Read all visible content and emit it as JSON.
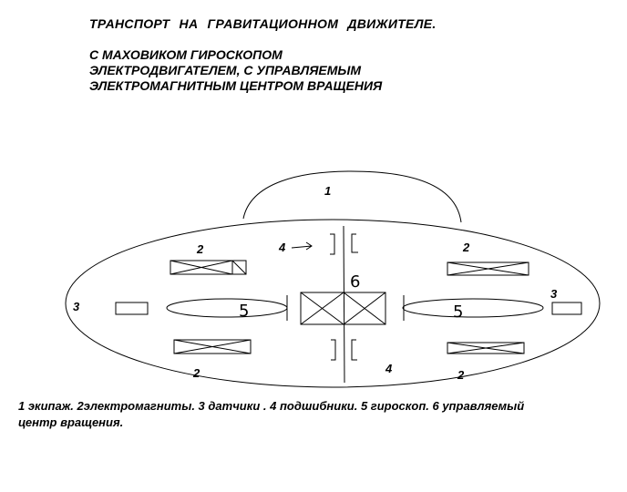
{
  "title": "ТРАНСПОРТ НА ГРАВИТАЦИОННОМ ДВИЖИТЕЛЕ.",
  "subtitle_lines": [
    "С МАХОВИКОМ ГИРОСКОПОМ",
    "ЭЛЕКТРОДВИГАТЕЛЕМ, С УПРАВЛЯЕМЫМ",
    "ЭЛЕКТРОМАГНИТНЫМ ЦЕНТРОМ ВРАЩЕНИЯ"
  ],
  "labels": {
    "crew": "1",
    "magnet": "2",
    "sensor": "3",
    "bearing": "4",
    "gyro": "5",
    "center": "6"
  },
  "legend": [
    "1 экипаж. 2электромагниты. 3 датчики . 4 подшибники. 5 гироскоп. 6 управляемый",
    "центр вращения."
  ]
}
